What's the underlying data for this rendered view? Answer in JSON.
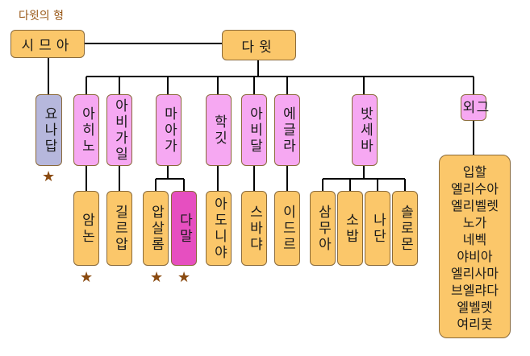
{
  "caption": "다윗의 형",
  "nodes": {
    "shimea": "시므아",
    "david": "다윗",
    "joab": "요나답",
    "ahinoam": "아히노",
    "abigail": "아비가일",
    "maacah": "마아가",
    "haggith": "학깃",
    "abital": "아비달",
    "eglah": "에글라",
    "bathsheba": "밧세바",
    "others": "그외",
    "amnon": "암논",
    "kileab": "길르압",
    "absalom": "압살롬",
    "tamar": "다말",
    "adonijah": "아도니야",
    "shephatiah": "스바댜",
    "ithream": "이드르",
    "shammua": "삼무아",
    "shobab": "소밥",
    "nathan": "나단",
    "solomon": "솔로몬"
  },
  "others_list": [
    "입할",
    "엘리수아",
    "엘리벨렛",
    "노가",
    "네벡",
    "야비아",
    "엘리사마",
    "브엘랴다",
    "엘벨렛",
    "여리못"
  ],
  "colors": {
    "orange": "#fbc76a",
    "pink": "#f6a8f2",
    "magenta": "#e64fc0",
    "lavender": "#b6b7dc",
    "star": "#8a4a10"
  },
  "star_symbol": "★"
}
